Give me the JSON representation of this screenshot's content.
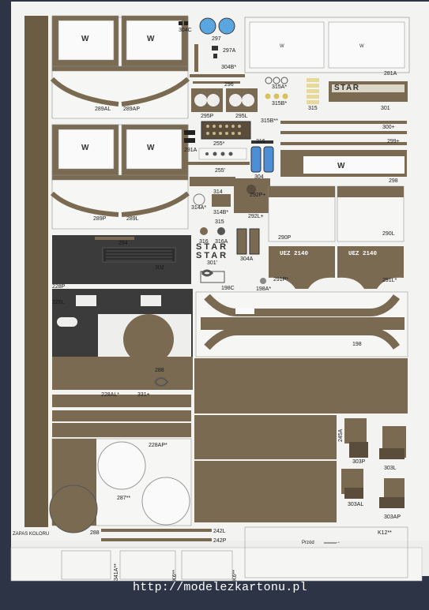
{
  "website": "http://modelezkartonu.pl",
  "stock_label": "ZAPAS KOLORU",
  "brand": "STAR",
  "plate": "UEZ 2140",
  "window_mark": "W",
  "direction_label": "Przód",
  "colors": {
    "olive": "#7a6a52",
    "dark": "#3a3a3a",
    "paper": "#f3f3f1",
    "blue": "#5aa6e0",
    "spine": "#6b5c44"
  },
  "part_labels": {
    "p304c": "304C",
    "p297": "297",
    "p297a": "297A",
    "p304b": "304B*",
    "p296": "296",
    "p281a": "281A",
    "p289al": "289AL",
    "p289ap": "289AP",
    "p315a": "315A*",
    "p315b": "315B*",
    "p315": "315",
    "p301": "301",
    "p295p": "295P",
    "p295l": "295L",
    "p315bb": "315B**",
    "p291a": "291A",
    "p255": "255*",
    "p300": "300+",
    "p299": "299+",
    "p316": "316",
    "p255b": "255'",
    "p304": "304",
    "p298": "298",
    "p314": "314",
    "p292p": "292P+",
    "p314a": "314A*",
    "p314b": "314B*",
    "p292l": "292L+",
    "p289p": "289P",
    "p289l": "289L",
    "p315c": "315",
    "p290p": "290P",
    "p290l": "290L",
    "p294": "294",
    "p316b": "316",
    "p316a": "316A",
    "p304a": "304A",
    "p302": "302",
    "p301b": "301'",
    "p228p": "228P",
    "p291p": "291P*",
    "p291l": "291L*",
    "p198c": "198C",
    "p198a": "198A*",
    "p228l": "228L",
    "p198": "198",
    "p288": "288",
    "p228al": "228AL*",
    "p331": "331+",
    "p228ap": "228AP*",
    "p245a": "245A",
    "p303p": "303P",
    "p303l": "303L",
    "p287": "287**",
    "p303al": "303AL",
    "p303ap": "303AP",
    "p288b": "288",
    "p242l": "242L",
    "p242p": "242P",
    "p341a": "341A**",
    "p6a": "K6**",
    "p6b": "K6**",
    "p12": "K12**"
  }
}
